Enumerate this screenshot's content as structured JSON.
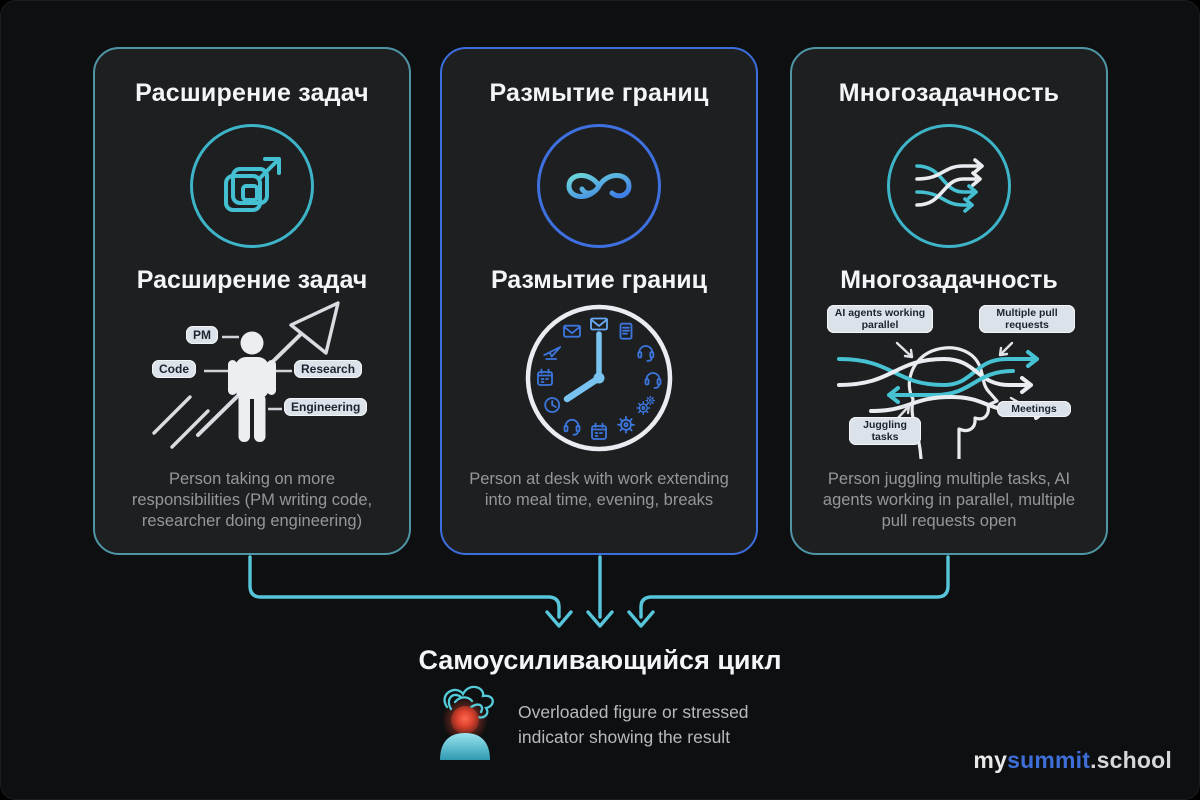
{
  "page": {
    "background": "#0e0f10",
    "accent_teal": "#4cc4d8",
    "accent_blue": "#3d6ede",
    "card_background": "#1e1f21"
  },
  "cards": [
    {
      "id": "task-expansion",
      "title": "Расширение задач",
      "subtitle": "Расширение задач",
      "icon": "expanding-squares-arrow-icon",
      "border_color": "#4e96a5",
      "labels": [
        "PM",
        "Code",
        "Research",
        "Engineering"
      ],
      "caption": "Person taking on more responsibilities (PM writing code, researcher doing engineering)"
    },
    {
      "id": "boundary-blur",
      "title": "Размытие границ",
      "subtitle": "Размытие границ",
      "icon": "infinity-icon",
      "border_color": "#3d6ede",
      "clock": {
        "icons": [
          "envelope",
          "document",
          "headset",
          "headset",
          "gears",
          "gear",
          "calendar",
          "headset",
          "clock",
          "calendar",
          "plane",
          "envelope"
        ],
        "icon_color": "#3c76dd",
        "top_icon_color": "#66aaf6",
        "hand_color": "#79c3f1"
      },
      "caption": "Person at desk with work extending into meal time, evening, breaks"
    },
    {
      "id": "multitasking",
      "title": "Многозадачность",
      "subtitle": "Многозадачность",
      "icon": "interweaving-arrows-icon",
      "border_color": "#4e96a5",
      "labels": [
        "AI agents working parallel",
        "Multiple pull requests",
        "Juggling tasks",
        "Meetings"
      ],
      "caption": "Person juggling multiple tasks, AI agents working in parallel, multiple pull requests open"
    }
  ],
  "cycle": {
    "title": "Самоусиливающийся цикл",
    "icon": "stressed-person-icon",
    "caption": "Overloaded figure or stressed indicator showing the result"
  },
  "footer": {
    "brand_prefix": "my",
    "brand_mid": "summit",
    "brand_suffix": ".school",
    "brand_mid_color": "#3e6fd8"
  }
}
